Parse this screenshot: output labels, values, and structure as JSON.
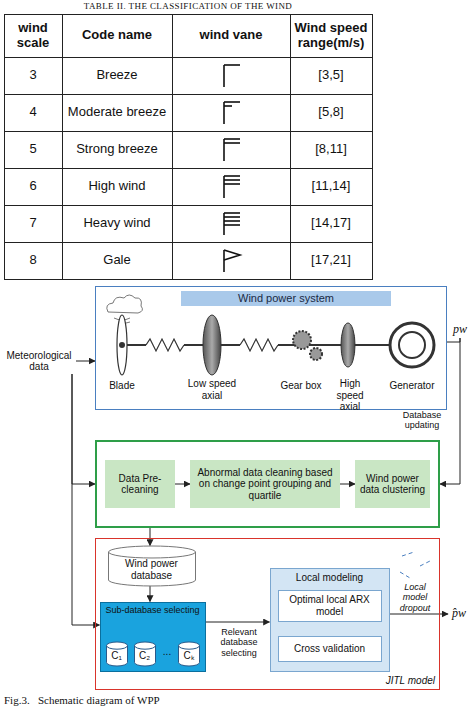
{
  "diagram": {
    "title": "TABLE II. THE CLASSIFICATION OF THE WIND",
    "caption": "Fig.3.   Schematic diagram of WPP",
    "nodes": [
      {
        "text": [
          "Meteorological data"
        ]
      },
      {
        "text": [
          "Wind power system"
        ]
      },
      {
        "text": [
          "pw"
        ]
      },
      {
        "text": []
      },
      {
        "text": [
          "Data Pre-cleaning"
        ],
        "in": 3
      },
      {
        "text": [
          "Abnormal data cleaning based on change point grouping and quartile"
        ],
        "in": 3
      },
      {
        "text": [
          "Wind power data clustering"
        ],
        "in": 3
      },
      {
        "text": [
          "JITL model"
        ]
      },
      {
        "text": [
          "Wind power database"
        ],
        "in": 7
      },
      {
        "text": [
          "Sub-database selecting"
        ],
        "in": 7
      },
      {
        "text": [
          "C₁"
        ],
        "in": 9
      },
      {
        "text": [
          "C₂"
        ],
        "in": 9
      },
      {
        "text": [
          "Cₖ"
        ],
        "in": 9
      },
      {
        "text": [
          "Local modeling"
        ],
        "in": 7
      },
      {
        "text": [
          "Optimal local ARX model"
        ],
        "in": 13
      },
      {
        "text": [
          "Cross validation"
        ],
        "in": 13
      },
      {
        "text": [
          "p̂w"
        ]
      }
    ],
    "edges": [
      {
        "from": 0,
        "to": 1,
        "arrow": "to"
      },
      {
        "from": 0,
        "to": 3,
        "arrow": "to"
      },
      {
        "from": 0,
        "to": 9,
        "arrow": "to"
      },
      {
        "from": 1,
        "to": 2,
        "arrow": "none"
      },
      {
        "from": 2,
        "to": 3,
        "label": "Database updating",
        "arrow": "to"
      },
      {
        "from": 3,
        "to": 8,
        "arrow": "to"
      },
      {
        "from": 4,
        "to": 5,
        "arrow": "to"
      },
      {
        "from": 5,
        "to": 6,
        "arrow": "to"
      },
      {
        "from": 8,
        "to": 9,
        "arrow": "to"
      },
      {
        "from": 9,
        "to": 13,
        "label": "Relevant database selecting",
        "arrow": "to"
      },
      {
        "from": 13,
        "to": 16,
        "arrow": "to"
      }
    ],
    "labels": [
      "wind scale",
      "Code name",
      "wind vane",
      "Wind speed range(m/s)",
      "3",
      "Breeze",
      "[3,5]",
      "4",
      "Moderate breeze",
      "[5,8]",
      "5",
      "Strong breeze",
      "[8,11]",
      "6",
      "High wind",
      "[11,14]",
      "7",
      "Heavy wind",
      "[14,17]",
      "8",
      "Gale",
      "[17,21]",
      "Blade",
      "Low speed axial",
      "Gear box",
      "High speed axial",
      "Generator",
      "...",
      "Local model dropout"
    ]
  }
}
